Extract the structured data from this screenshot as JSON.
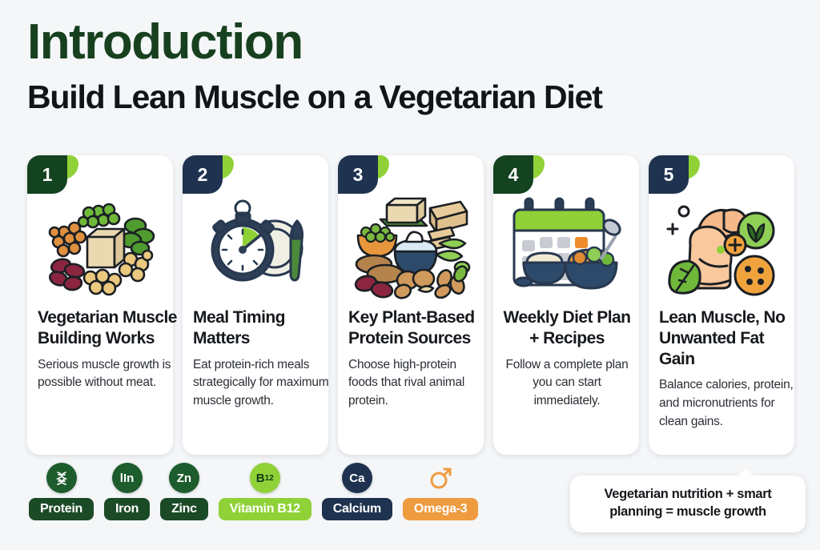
{
  "header": {
    "title": "Introduction",
    "subtitle": "Build Lean Muscle on a Vegetarian Diet"
  },
  "colors": {
    "background": "#f4f6f8",
    "dark_green": "#14431f",
    "navy": "#1f3350",
    "lime": "#8fd137",
    "orange": "#ef9b40",
    "card_white": "#ffffff"
  },
  "cards": [
    {
      "number": "1",
      "badge_color": "#14431f",
      "title": "Vegetarian Muscle Building Works",
      "description": "Serious muscle growth is possible without meat.",
      "icon": "legumes-tofu-icon",
      "align": "left"
    },
    {
      "number": "2",
      "badge_color": "#1f3350",
      "title": "Meal Timing Matters",
      "description": "Eat protein-rich meals strategically for maximum muscle growth.",
      "icon": "stopwatch-plate-knife-icon",
      "align": "left"
    },
    {
      "number": "3",
      "badge_color": "#1f3350",
      "title": "Key Plant-Based Protein Sources",
      "description": "Choose high-protein foods that rival animal protein.",
      "icon": "tofu-tempeh-nuts-icon",
      "align": "left"
    },
    {
      "number": "4",
      "badge_color": "#14431f",
      "title": "Weekly Diet Plan + Recipes",
      "description": "Follow a complete plan you can start immediately.",
      "icon": "calendar-meal-bowls-icon",
      "align": "center"
    },
    {
      "number": "5",
      "badge_color": "#1f3350",
      "title": "Lean Muscle, No Unwanted Fat Gain",
      "description": "Balance calories, protein, and micronutrients for clean gains.",
      "icon": "flexed-bicep-leaf-icon",
      "align": "left"
    }
  ],
  "nutrients": [
    {
      "label": "Protein",
      "icon_text": "",
      "icon": "dna-helix-icon",
      "icon_style": "ni-green",
      "pill_style": "pill-darkgreen"
    },
    {
      "label": "Iron",
      "icon_text": "lIn",
      "icon": "iron-symbol-icon",
      "icon_style": "ni-green",
      "pill_style": "pill-darkgreen"
    },
    {
      "label": "Zinc",
      "icon_text": "Zn",
      "icon": "zinc-symbol-icon",
      "icon_style": "ni-green",
      "pill_style": "pill-darkgreen"
    },
    {
      "label": "Vitamin B12",
      "icon_text": "B12",
      "icon": "b12-symbol-icon",
      "icon_style": "ni-lime",
      "pill_style": "pill-lime"
    },
    {
      "label": "Calcium",
      "icon_text": "Ca",
      "icon": "calcium-symbol-icon",
      "icon_style": "ni-navy",
      "pill_style": "pill-navy"
    },
    {
      "label": "Omega-3",
      "icon_text": "",
      "icon": "omega-mars-icon",
      "icon_style": "ni-plain",
      "pill_style": "pill-orange"
    }
  ],
  "callout": {
    "text": "Vegetarian nutrition + smart planning = muscle growth"
  }
}
